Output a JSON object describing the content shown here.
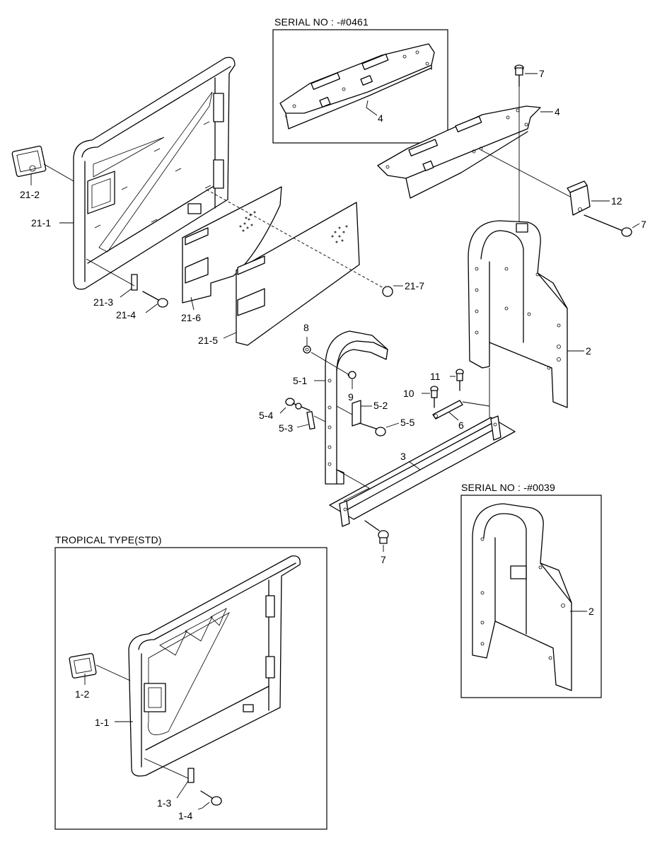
{
  "captions": {
    "serial_top": "SERIAL NO : -#0461",
    "serial_right": "SERIAL NO : -#0039",
    "tropical": "TROPICAL TYPE(STD)"
  },
  "callouts": {
    "p7a": "7",
    "p4a": "4",
    "p4b": "4",
    "p12": "12",
    "p7b": "7",
    "p21_2": "21-2",
    "p21_1": "21-1",
    "p21_3": "21-3",
    "p21_4": "21-4",
    "p21_6": "21-6",
    "p21_5": "21-5",
    "p21_7": "21-7",
    "p8": "8",
    "p5_1": "5-1",
    "p9": "9",
    "p11": "11",
    "p10": "10",
    "p5_4": "5-4",
    "p5_2": "5-2",
    "p6": "6",
    "p5_3": "5-3",
    "p5_5": "5-5",
    "p2a": "2",
    "p3": "3",
    "p7c": "7",
    "p2b": "2",
    "p1_2": "1-2",
    "p1_1": "1-1",
    "p1_3": "1-3",
    "p1_4": "1-4"
  },
  "icons": [
    "exploded-parts-drawing"
  ]
}
